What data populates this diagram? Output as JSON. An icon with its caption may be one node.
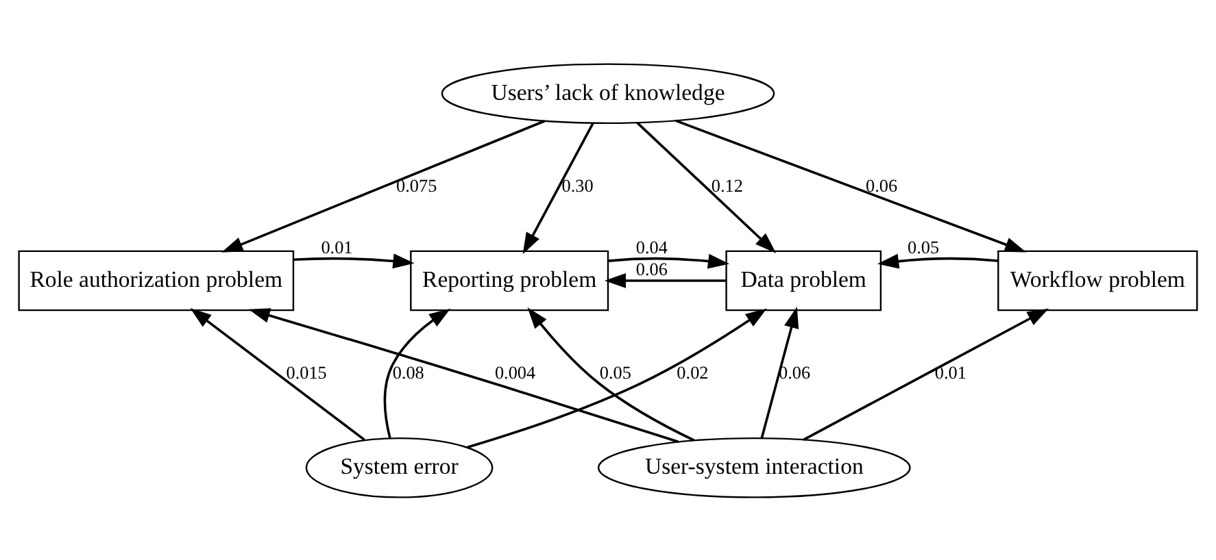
{
  "diagram": {
    "nodes": [
      {
        "text": [
          "Users’ lack of knowledge"
        ]
      },
      {
        "text": [
          "Role authorization problem"
        ]
      },
      {
        "text": [
          "Reporting problem"
        ]
      },
      {
        "text": [
          "Data problem"
        ]
      },
      {
        "text": [
          "Workflow problem"
        ]
      },
      {
        "text": [
          "System error"
        ]
      },
      {
        "text": [
          "User-system interaction"
        ]
      }
    ],
    "edges": [
      {
        "from": 0,
        "to": 1,
        "arrow": "to",
        "label": "0.075"
      },
      {
        "from": 0,
        "to": 2,
        "arrow": "to",
        "label": "0.30"
      },
      {
        "from": 0,
        "to": 3,
        "arrow": "to",
        "label": "0.12"
      },
      {
        "from": 0,
        "to": 4,
        "arrow": "to",
        "label": "0.06"
      },
      {
        "from": 1,
        "to": 2,
        "arrow": "to",
        "label": "0.01"
      },
      {
        "from": 3,
        "to": 2,
        "arrow": "to",
        "label": "0.06"
      },
      {
        "from": 2,
        "to": 3,
        "arrow": "to",
        "label": "0.04"
      },
      {
        "from": 4,
        "to": 3,
        "arrow": "to",
        "label": "0.05"
      },
      {
        "from": 5,
        "to": 1,
        "arrow": "to",
        "label": "0.015"
      },
      {
        "from": 5,
        "to": 2,
        "arrow": "to",
        "label": "0.08"
      },
      {
        "from": 6,
        "to": 2,
        "arrow": "to",
        "label": "0.05"
      },
      {
        "from": 6,
        "to": 3,
        "arrow": "to",
        "label": "0.06"
      },
      {
        "from": 6,
        "to": 4,
        "arrow": "to",
        "label": "0.01"
      },
      {
        "from": 6,
        "to": 1,
        "arrow": "to",
        "label": "0.004"
      },
      {
        "from": 5,
        "to": 3,
        "arrow": "to",
        "label": "0.02"
      }
    ]
  }
}
